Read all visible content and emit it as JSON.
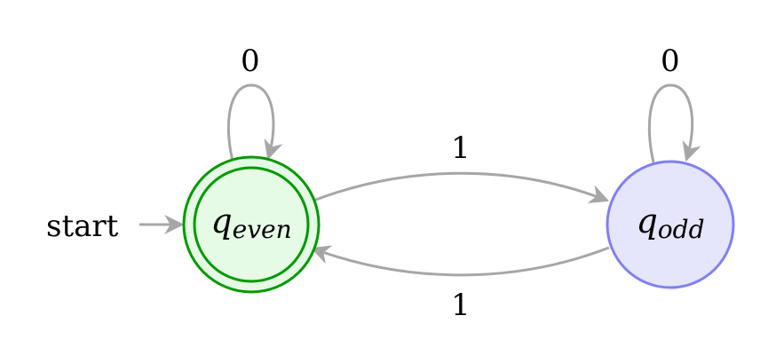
{
  "diagram": {
    "start_label": "start",
    "states": [
      {
        "id": "q_even",
        "symbol": "q",
        "subscript": "even",
        "accepting": true,
        "fill": "#e5fbe5",
        "stroke": "#009900"
      },
      {
        "id": "q_odd",
        "symbol": "q",
        "subscript": "odd",
        "accepting": false,
        "fill": "#e5e5fb",
        "stroke": "#8080f0"
      }
    ],
    "transitions": [
      {
        "from": "q_even",
        "to": "q_even",
        "label": "0"
      },
      {
        "from": "q_odd",
        "to": "q_odd",
        "label": "0"
      },
      {
        "from": "q_even",
        "to": "q_odd",
        "label": "1"
      },
      {
        "from": "q_odd",
        "to": "q_even",
        "label": "1"
      }
    ],
    "edge_color": "#a6a6a6"
  }
}
